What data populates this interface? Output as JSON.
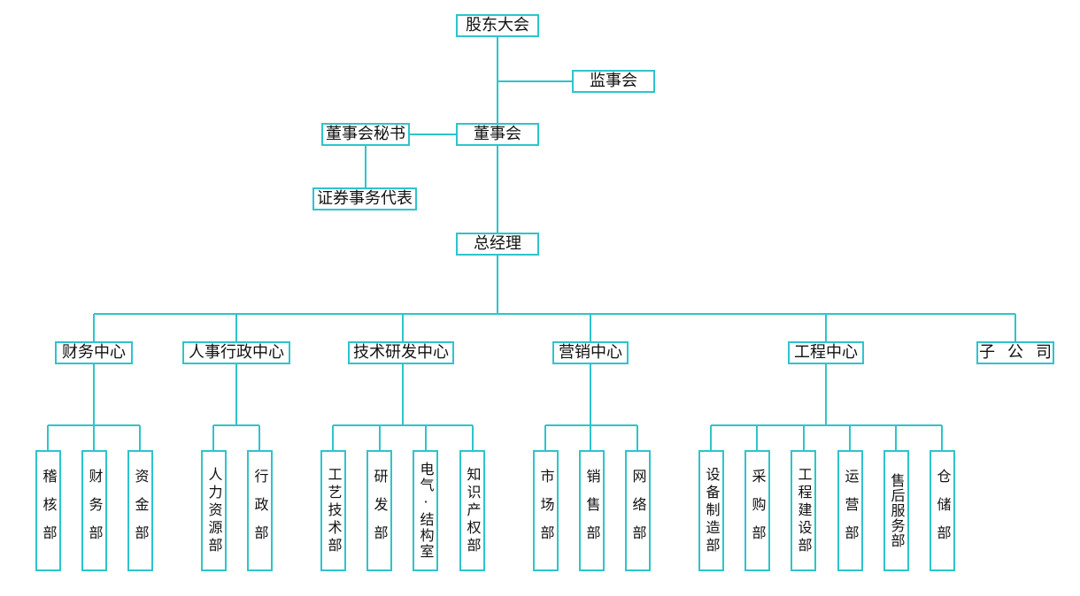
{
  "colors": {
    "line": "#2ec4cc",
    "text": "#111111"
  },
  "top": {
    "shareholders": "股东大会",
    "supervisors": "监事会",
    "board": "董事会",
    "board_secretary": "董事会秘书",
    "securities_rep": "证券事务代表",
    "general_manager": "总经理"
  },
  "centers": {
    "finance": "财务中心",
    "hr_admin": "人事行政中心",
    "tech_rd": "技术研发中心",
    "marketing": "营销中心",
    "engineering": "工程中心",
    "subsidiary": "子公司"
  },
  "departments": {
    "audit": "稽核部",
    "finance": "财务部",
    "funds": "资金部",
    "hr": "人力资源部",
    "admin": "行政部",
    "process_tech": "工艺技术部",
    "rd": "研发部",
    "electrical": "电气·结构室",
    "ip": "知识产权部",
    "market": "市场部",
    "sales": "销售部",
    "network": "网络部",
    "equipment": "设备制造部",
    "purchasing": "采购部",
    "construction": "工程建设部",
    "operations": "运营部",
    "after_sales": "售后服务部",
    "warehouse": "仓储部"
  }
}
